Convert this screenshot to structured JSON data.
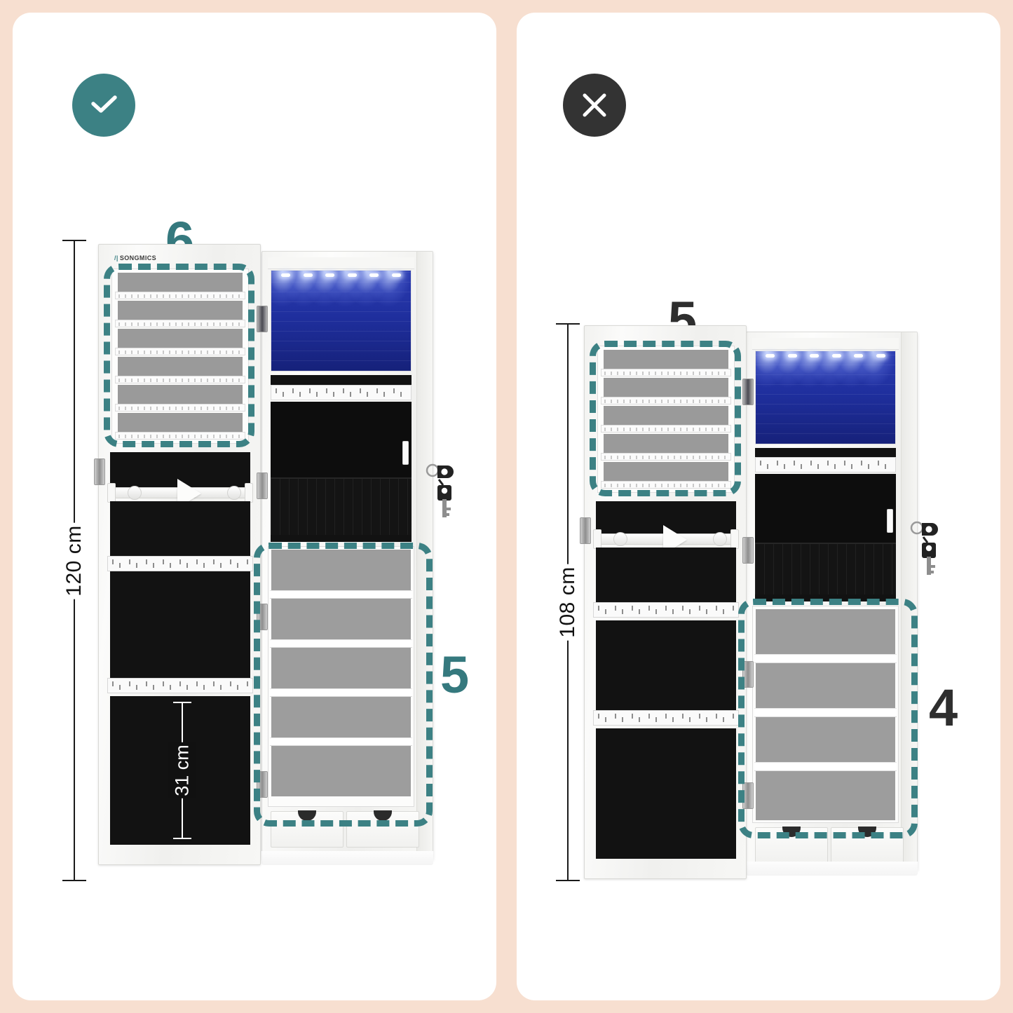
{
  "background_color": "#F7DFD0",
  "accent_teal": "#3C8184",
  "accent_dark": "#333333",
  "panels": [
    {
      "id": "recommended",
      "badge": {
        "name": "check-icon",
        "label": "Correct",
        "color": "#3C8184"
      },
      "height_label": "120 cm",
      "inner_measure_label": "31 cm",
      "brand_logo": "SONGMICS",
      "callouts": [
        {
          "value": "6",
          "feature": "earring rack rows",
          "color": "#35797E",
          "style": "teal"
        },
        {
          "value": "5",
          "feature": "shelf compartments",
          "color": "#35797E",
          "style": "teal"
        }
      ],
      "earring_rack_rows": 6,
      "shelf_compartments": 5,
      "drawers": 2,
      "hook_rails": 2,
      "led_count": 6,
      "has_mirror": true,
      "has_lock": true
    },
    {
      "id": "not-recommended",
      "badge": {
        "name": "close-icon",
        "label": "Incorrect",
        "color": "#333333"
      },
      "height_label": "108 cm",
      "inner_measure_label": "",
      "brand_logo": "",
      "callouts": [
        {
          "value": "5",
          "feature": "earring rack rows",
          "color": "#2E2E2E",
          "style": "dark"
        },
        {
          "value": "4",
          "feature": "shelf compartments",
          "color": "#2E2E2E",
          "style": "dark"
        }
      ],
      "earring_rack_rows": 5,
      "shelf_compartments": 4,
      "drawers": 2,
      "hook_rails": 2,
      "led_count": 6,
      "has_mirror": true,
      "has_lock": true
    }
  ]
}
